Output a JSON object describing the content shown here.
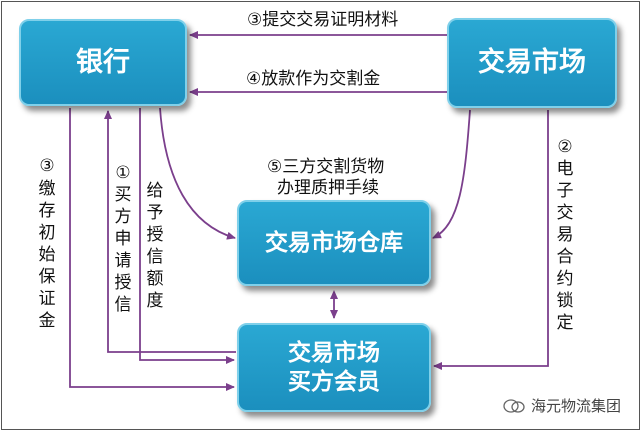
{
  "nodes": {
    "bank": "银行",
    "market": "交易市场",
    "warehouse": "交易市场仓库",
    "member_line1": "交易市场",
    "member_line2": "买方会员"
  },
  "flows": {
    "submit_docs": "③提交交易证明材料",
    "pay_funds": "④放款作为交割金",
    "delivery_line1": "⑤三方交割货物",
    "delivery_line2": "办理质押手续",
    "margin_num": "③",
    "margin_text": "缴存初始保证金",
    "apply_num": "①",
    "apply_text": "买方申请授信",
    "grant_text": "给予授信额度",
    "lock_num": "②",
    "lock_text": "电子交易合约锁定"
  },
  "watermark": "海元物流集团",
  "colors": {
    "box": "#1b8fbe",
    "box_border": "#7fd0ea",
    "arrow": "#7b3f8c"
  }
}
